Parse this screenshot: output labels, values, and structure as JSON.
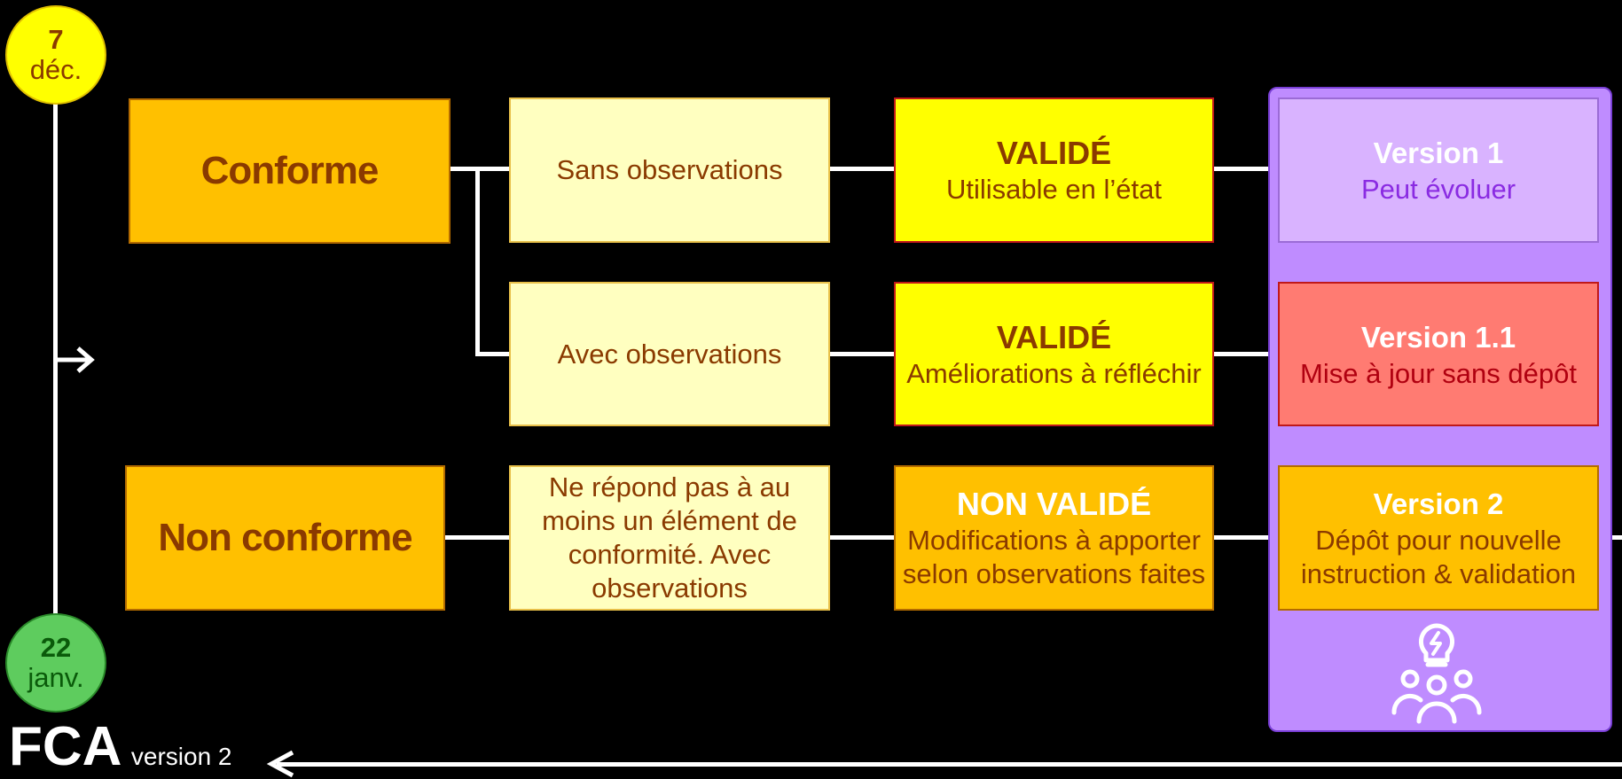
{
  "dates": {
    "start": {
      "day": "7",
      "month": "déc."
    },
    "end": {
      "day": "22",
      "month": "janv."
    }
  },
  "categories": {
    "conforme": "Conforme",
    "non_conforme": "Non conforme"
  },
  "observations": {
    "sans": "Sans observations",
    "avec": "Avec observations",
    "non_line1": "Ne répond pas à au",
    "non_line2": "moins un élément de",
    "non_line3": "conformité. Avec",
    "non_line4": "observations"
  },
  "statuses": {
    "valide1": {
      "head": "VALIDÉ",
      "sub": "Utilisable en l’état"
    },
    "valide2": {
      "head": "VALIDÉ",
      "sub": "Améliorations à réfléchir"
    },
    "non_valide": {
      "head": "NON VALIDÉ",
      "sub_line1": "Modifications à apporter",
      "sub_line2": "selon observations faites"
    }
  },
  "versions": {
    "v1": {
      "head": "Version 1",
      "sub": "Peut évoluer"
    },
    "v11": {
      "head": "Version 1.1",
      "sub": "Mise à jour sans dépôt"
    },
    "v2": {
      "head": "Version 2",
      "sub_line1": "Dépôt pour nouvelle",
      "sub_line2": "instruction & validation"
    }
  },
  "footer": {
    "title": "FCA",
    "subtitle": "version 2"
  },
  "icons": [
    "arrow-right-icon",
    "lightbulb-team-icon",
    "arrow-left-icon"
  ],
  "colors": {
    "orange": "#ffc000",
    "pale_yellow": "#ffffc0",
    "yellow": "#ffff00",
    "purple_panel": "#bf8cff",
    "lavender": "#d9b3ff",
    "salmon": "#ff7b72",
    "brown_text": "#8a3a00",
    "green_circle": "#5ecc5e"
  }
}
